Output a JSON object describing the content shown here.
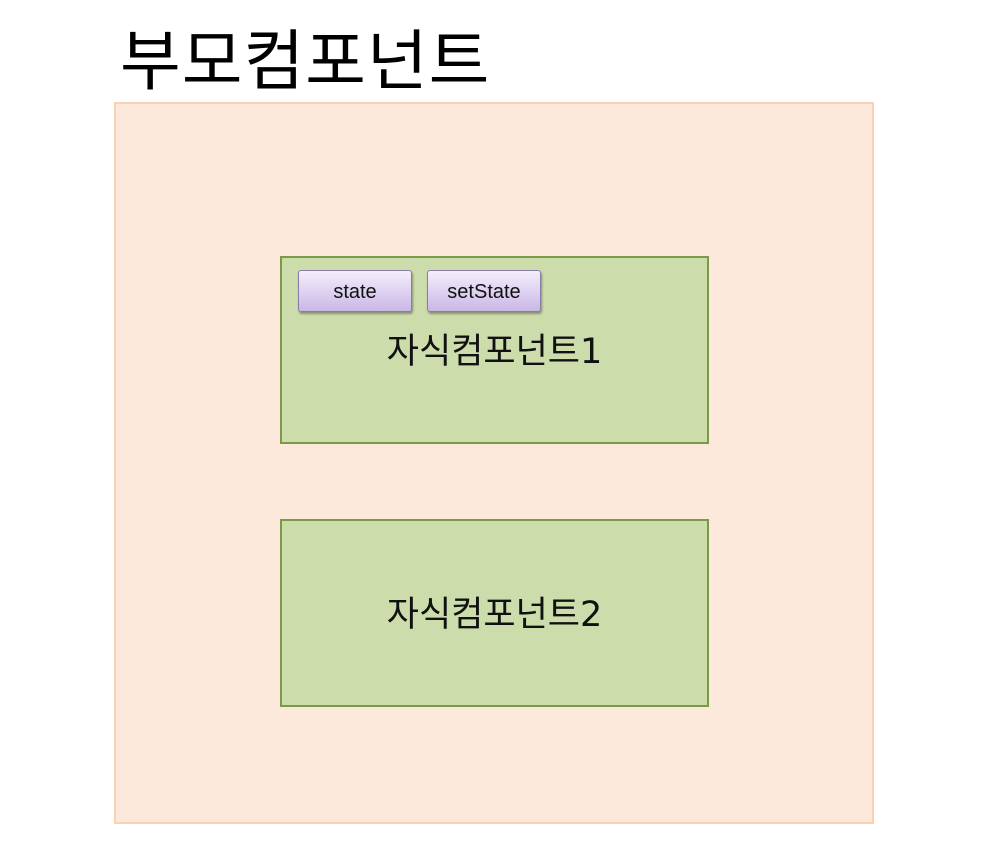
{
  "parent": {
    "title": "부모컴포넌트"
  },
  "children": [
    {
      "label": "자식컴포넌트1",
      "tags": [
        "state",
        "setState"
      ]
    },
    {
      "label": "자식컴포넌트2"
    }
  ],
  "colors": {
    "parent_fill": "#fde9db",
    "parent_border": "#f9d2b4",
    "child_fill": "#cddcab",
    "child_border": "#7b9a48",
    "tag_fill": "#ddd0f0"
  }
}
